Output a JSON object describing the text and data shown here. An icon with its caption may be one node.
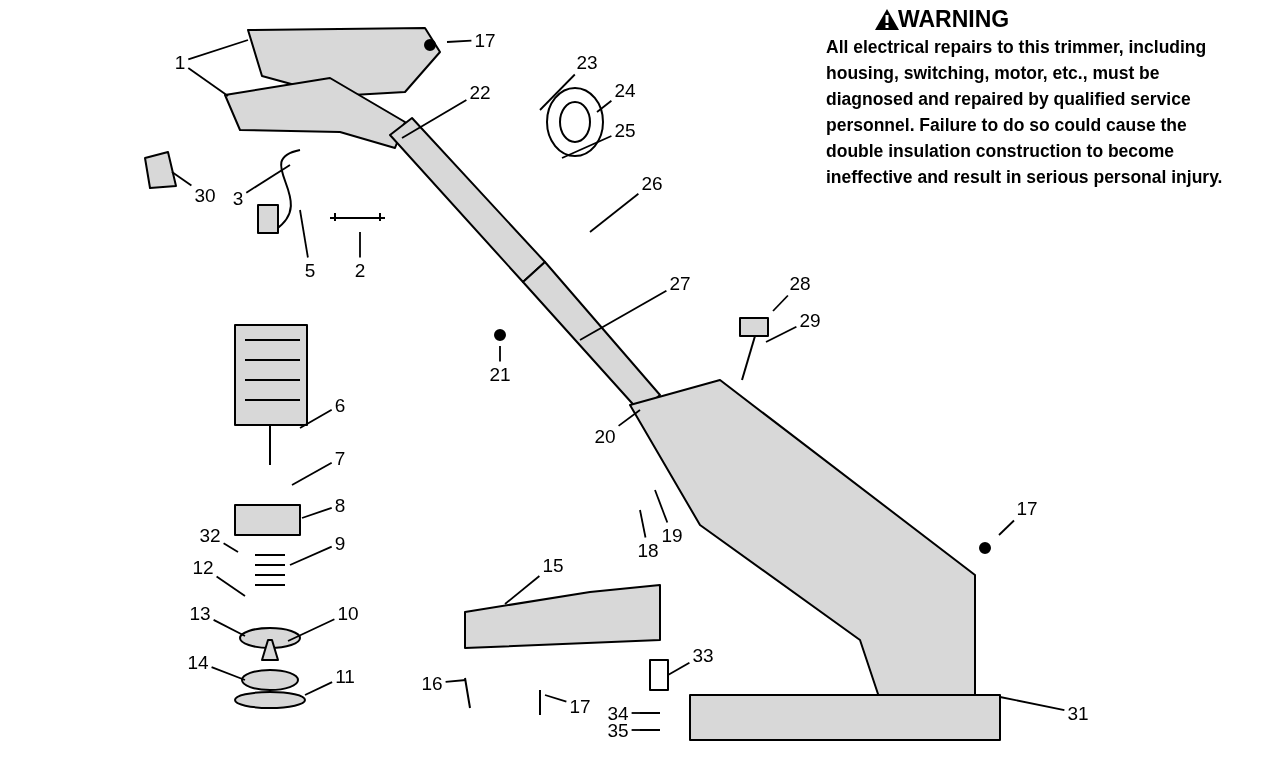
{
  "diagram": {
    "nodes": [
      {
        "text": [
          "1"
        ]
      },
      {
        "text": [
          "17"
        ]
      },
      {
        "text": [
          "22"
        ]
      },
      {
        "text": [
          "23"
        ]
      },
      {
        "text": [
          "24"
        ]
      },
      {
        "text": [
          "25"
        ]
      },
      {
        "text": [
          "26"
        ]
      },
      {
        "text": [
          "30"
        ]
      },
      {
        "text": [
          "3"
        ]
      },
      {
        "text": [
          "5"
        ]
      },
      {
        "text": [
          "2"
        ]
      },
      {
        "text": [
          "27"
        ]
      },
      {
        "text": [
          "28"
        ]
      },
      {
        "text": [
          "29"
        ]
      },
      {
        "text": [
          "21"
        ]
      },
      {
        "text": [
          "6"
        ]
      },
      {
        "text": [
          "20"
        ]
      },
      {
        "text": [
          "7"
        ]
      },
      {
        "text": [
          "8"
        ]
      },
      {
        "text": [
          "19"
        ]
      },
      {
        "text": [
          "18"
        ]
      },
      {
        "text": [
          "32"
        ]
      },
      {
        "text": [
          "9"
        ]
      },
      {
        "text": [
          "12"
        ]
      },
      {
        "text": [
          "13"
        ]
      },
      {
        "text": [
          "10"
        ]
      },
      {
        "text": [
          "15"
        ]
      },
      {
        "text": [
          "17"
        ]
      },
      {
        "text": [
          "14"
        ]
      },
      {
        "text": [
          "11"
        ]
      },
      {
        "text": [
          "16"
        ]
      },
      {
        "text": [
          "17"
        ]
      },
      {
        "text": [
          "33"
        ]
      },
      {
        "text": [
          "34"
        ]
      },
      {
        "text": [
          "35"
        ]
      },
      {
        "text": [
          "31"
        ]
      }
    ],
    "edges": [
      {
        "from": 0,
        "to": null,
        "arrow": "none"
      },
      {
        "from": 0,
        "to": null,
        "arrow": "none"
      },
      {
        "from": 1,
        "to": null,
        "arrow": "none"
      },
      {
        "from": 2,
        "to": null,
        "arrow": "none"
      },
      {
        "from": 3,
        "to": null,
        "arrow": "none"
      },
      {
        "from": 4,
        "to": null,
        "arrow": "none"
      },
      {
        "from": 5,
        "to": null,
        "arrow": "none"
      },
      {
        "from": 6,
        "to": null,
        "arrow": "none"
      },
      {
        "from": 7,
        "to": null,
        "arrow": "none"
      },
      {
        "from": 8,
        "to": null,
        "arrow": "none"
      },
      {
        "from": 9,
        "to": null,
        "arrow": "none"
      },
      {
        "from": 10,
        "to": null,
        "arrow": "none"
      },
      {
        "from": 11,
        "to": null,
        "arrow": "none"
      },
      {
        "from": 12,
        "to": null,
        "arrow": "none"
      },
      {
        "from": 13,
        "to": null,
        "arrow": "none"
      },
      {
        "from": 14,
        "to": null,
        "arrow": "none"
      },
      {
        "from": 15,
        "to": null,
        "arrow": "none"
      },
      {
        "from": 16,
        "to": null,
        "arrow": "none"
      },
      {
        "from": 17,
        "to": null,
        "arrow": "none"
      },
      {
        "from": 18,
        "to": null,
        "arrow": "none"
      },
      {
        "from": 19,
        "to": null,
        "arrow": "none"
      },
      {
        "from": 20,
        "to": null,
        "arrow": "none"
      },
      {
        "from": 21,
        "to": null,
        "arrow": "none"
      },
      {
        "from": 22,
        "to": null,
        "arrow": "none"
      },
      {
        "from": 23,
        "to": null,
        "arrow": "none"
      },
      {
        "from": 24,
        "to": null,
        "arrow": "none"
      },
      {
        "from": 25,
        "to": null,
        "arrow": "none"
      },
      {
        "from": 26,
        "to": null,
        "arrow": "none"
      },
      {
        "from": 27,
        "to": null,
        "arrow": "none"
      },
      {
        "from": 28,
        "to": null,
        "arrow": "none"
      },
      {
        "from": 29,
        "to": null,
        "arrow": "none"
      },
      {
        "from": 30,
        "to": null,
        "arrow": "none"
      },
      {
        "from": 31,
        "to": null,
        "arrow": "none"
      },
      {
        "from": 32,
        "to": null,
        "arrow": "none"
      },
      {
        "from": 33,
        "to": null,
        "arrow": "none"
      },
      {
        "from": 34,
        "to": null,
        "arrow": "none"
      },
      {
        "from": 35,
        "to": null,
        "arrow": "none"
      }
    ],
    "labels": [
      "WARNING",
      "All electrical repairs to this trimmer, including housing, switching, motor, etc., must be diagnosed and repaired by qualified service personnel. Failure to do so could cause the double insulation construction to become ineffective and result in serious personal injury."
    ]
  }
}
